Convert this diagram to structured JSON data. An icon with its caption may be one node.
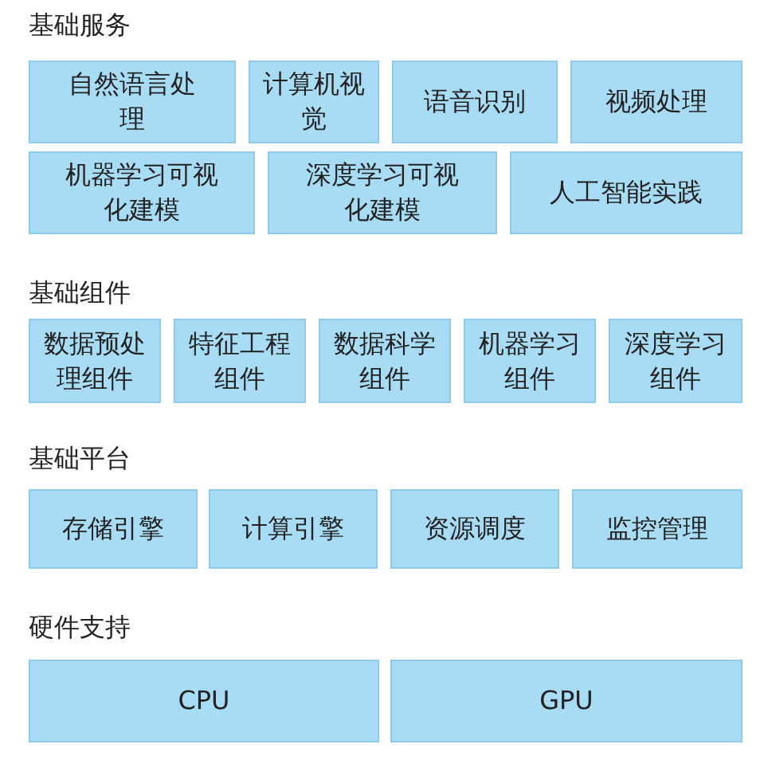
{
  "diagram": {
    "nodes": [
      {
        "text": [
          "自然语言处理"
        ]
      },
      {
        "text": [
          "计算机视觉"
        ]
      },
      {
        "text": [
          "语音识别"
        ]
      },
      {
        "text": [
          "视频处理"
        ]
      },
      {
        "text": [
          "机器学习可视化建模"
        ]
      },
      {
        "text": [
          "深度学习可视化建模"
        ]
      },
      {
        "text": [
          "人工智能实践"
        ]
      },
      {
        "text": [
          "数据预处理组件"
        ]
      },
      {
        "text": [
          "特征工程组件"
        ]
      },
      {
        "text": [
          "数据科学组件"
        ]
      },
      {
        "text": [
          "机器学习组件"
        ]
      },
      {
        "text": [
          "深度学习组件"
        ]
      },
      {
        "text": [
          "存储引擎"
        ]
      },
      {
        "text": [
          "计算引擎"
        ]
      },
      {
        "text": [
          "资源调度"
        ]
      },
      {
        "text": [
          "监控管理"
        ]
      },
      {
        "text": [
          "CPU"
        ]
      },
      {
        "text": [
          "GPU"
        ]
      }
    ],
    "edges": [],
    "labels": [
      "基础服务",
      "基础组件",
      "基础平台",
      "硬件支持"
    ]
  }
}
